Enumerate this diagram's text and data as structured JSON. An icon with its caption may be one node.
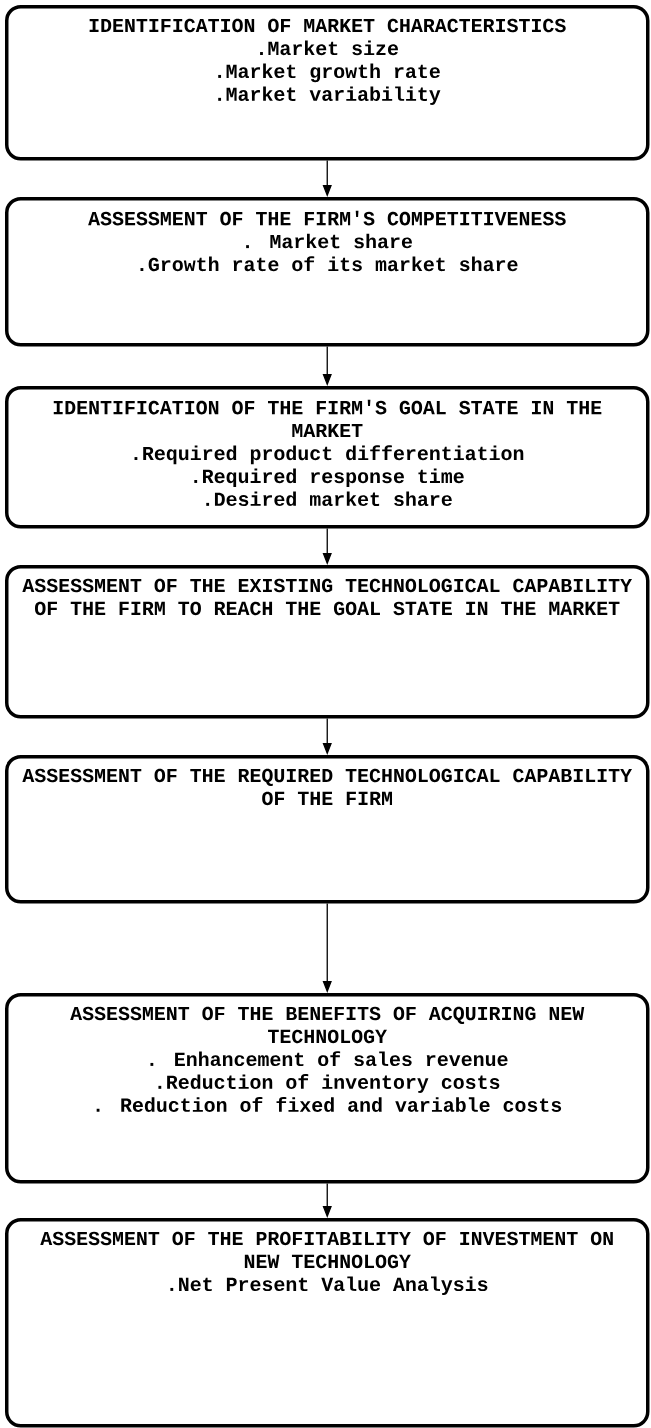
{
  "diagram": {
    "nodes": [
      {
        "text": [
          "IDENTIFICATION OF MARKET CHARACTERISTICS",
          ".Market size",
          ".Market growth rate",
          ".Market variability"
        ]
      },
      {
        "text": [
          "ASSESSMENT OF THE FIRM'S COMPETITIVENESS",
          ". Market share",
          ".Growth rate of its market share"
        ]
      },
      {
        "text": [
          "IDENTIFICATION OF THE FIRM'S GOAL STATE IN THE MARKET",
          ".Required product differentiation",
          ".Required response time",
          ".Desired market share"
        ]
      },
      {
        "text": [
          "ASSESSMENT OF THE EXISTING TECHNOLOGICAL CAPABILITY OF THE FIRM TO REACH THE GOAL STATE IN THE MARKET"
        ]
      },
      {
        "text": [
          "ASSESSMENT OF THE REQUIRED TECHNOLOGICAL CAPABILITY OF THE FIRM"
        ]
      },
      {
        "text": [
          "ASSESSMENT OF THE BENEFITS OF ACQUIRING NEW TECHNOLOGY",
          ". Enhancement of sales revenue",
          ".Reduction of inventory costs",
          ". Reduction of fixed and variable costs"
        ]
      },
      {
        "text": [
          "ASSESSMENT OF THE PROFITABILITY OF INVESTMENT ON NEW TECHNOLOGY",
          ".Net Present Value Analysis"
        ]
      }
    ],
    "edges": [
      {
        "from": 0,
        "to": 1,
        "arrow": "to"
      },
      {
        "from": 1,
        "to": 2,
        "arrow": "to"
      },
      {
        "from": 2,
        "to": 3,
        "arrow": "to"
      },
      {
        "from": 3,
        "to": 4,
        "arrow": "to"
      },
      {
        "from": 4,
        "to": 5,
        "arrow": "to"
      },
      {
        "from": 5,
        "to": 6,
        "arrow": "to"
      }
    ]
  }
}
